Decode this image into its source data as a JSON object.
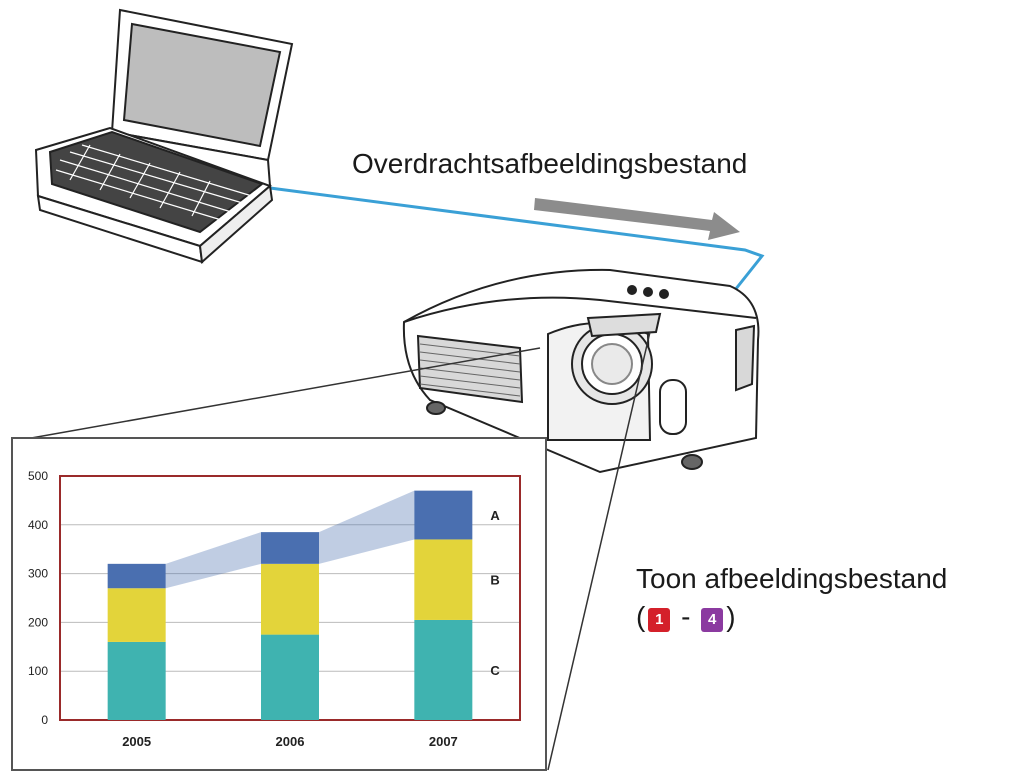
{
  "labels": {
    "transfer": "Overdrachtsafbeeldingsbestand",
    "display": "Toon afbeeldingsbestand",
    "range_open": "(",
    "range_sep": "-",
    "range_close": ")",
    "badge_first": "1",
    "badge_last": "4"
  },
  "colors": {
    "cable": "#3aa0d6",
    "arrow": "#8c8c8c",
    "badge_first": "#d4202a",
    "badge_last": "#8b3aa0",
    "series_A": "#4a6fb0",
    "series_B": "#e3d43a",
    "series_C": "#3fb3b0",
    "plot_frame": "#9a2a2a"
  },
  "icons": [
    "laptop-icon",
    "projector-icon",
    "transfer-arrow-icon"
  ],
  "chart_data": {
    "type": "bar",
    "stacked": true,
    "categories": [
      "2005",
      "2006",
      "2007"
    ],
    "series": [
      {
        "name": "C",
        "values": [
          160,
          175,
          205
        ]
      },
      {
        "name": "B",
        "values": [
          110,
          145,
          165
        ]
      },
      {
        "name": "A",
        "values": [
          50,
          65,
          100
        ]
      }
    ],
    "ylim": [
      0,
      500
    ],
    "yticks": [
      0,
      100,
      200,
      300,
      400,
      500
    ],
    "grid": true,
    "legend": "series labels to the right of last bar"
  }
}
